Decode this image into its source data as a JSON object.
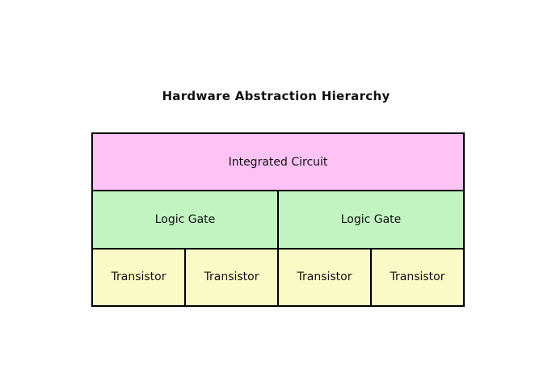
{
  "title": "Hardware Abstraction Hierarchy",
  "colors": {
    "background": "#ffffff",
    "border": "#000000",
    "text": "#111111",
    "integrated_circuit_fill": "#fec2f5",
    "logic_gate_fill": "#c2f4c2",
    "transistor_fill": "#fafac7"
  },
  "diagram": {
    "levels": [
      {
        "name": "integrated-circuit-level",
        "cells": [
          {
            "label": "Integrated Circuit"
          }
        ]
      },
      {
        "name": "logic-gate-level",
        "cells": [
          {
            "label": "Logic Gate"
          },
          {
            "label": "Logic Gate"
          }
        ]
      },
      {
        "name": "transistor-level",
        "cells": [
          {
            "label": "Transistor"
          },
          {
            "label": "Transistor"
          },
          {
            "label": "Transistor"
          },
          {
            "label": "Transistor"
          }
        ]
      }
    ]
  }
}
